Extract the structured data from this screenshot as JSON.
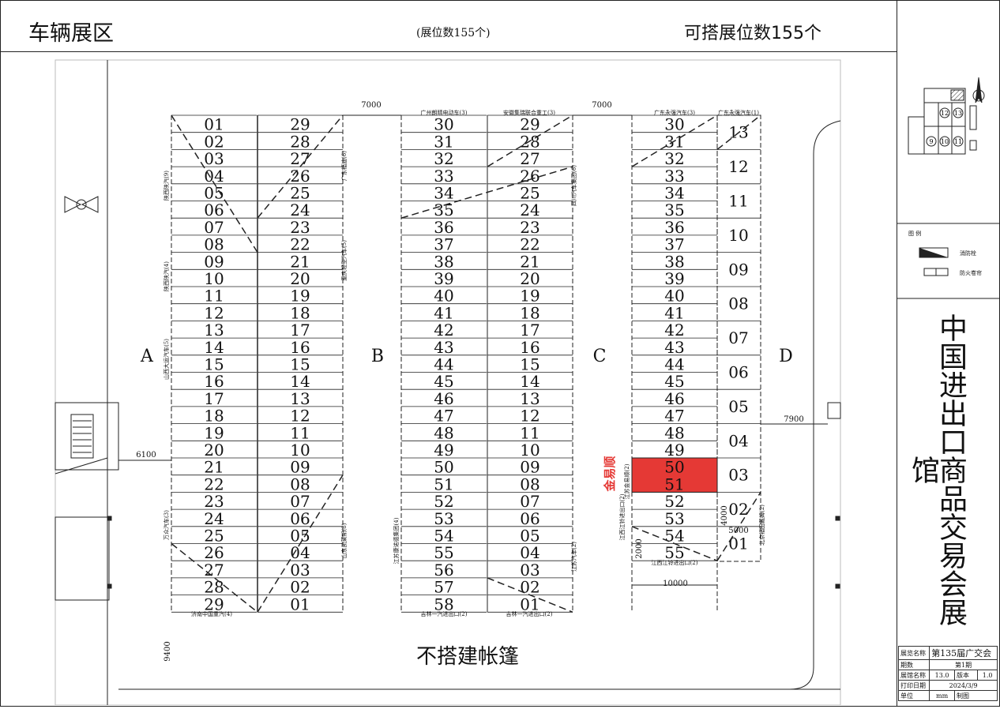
{
  "header": {
    "title": "车辆展区",
    "booth_total": "(展位数155个)",
    "buildable": "可搭展位数155个"
  },
  "zones": [
    "A",
    "B",
    "C",
    "D"
  ],
  "exhibitors": {
    "b_top_left": "广州朗晴电动车(3)",
    "b_top_right": "安徽集瑞联合重工(3)",
    "c_top": "广东永强汽车(3)",
    "d_top": "广东永强汽车(1)",
    "a_left_1": "陕西陕汽(9)",
    "a_left_2": "陕西陕汽(4)",
    "a_left_3": "山西大运汽车(5)",
    "a_left_4": "万众汽车(3)",
    "a_right_1": "广东福迪(6)",
    "a_right_2": "重庆轻型汽车(5)",
    "a_right_3": "山东凯莱斯(8)",
    "a_bottom": "济南中国重汽(4)",
    "b_right_1": "四川汽车集团(6)",
    "b_left_bottom": "江苏康诺德集团(4)",
    "b_right_bottom": "江苏汽车(2)",
    "b_bottom_left": "吉林一汽进出口(2)",
    "b_bottom_right": "吉林一汽进出口(2)",
    "c_left_1": "江苏金易顺(2)",
    "c_left_2": "江西江铃进出口(2)",
    "c_bottom": "江西江铃进出口(2)",
    "d_right": "北京福田戴姆(2)",
    "highlight": "金易顺"
  },
  "dimensions": {
    "d7000a": "7000",
    "d7000b": "7000",
    "d6100": "6100",
    "d7900": "7900",
    "d4000": "4000",
    "d5000": "5000",
    "d2000": "2000",
    "d10000": "10000",
    "d9400": "9400"
  },
  "bottom_note": "不搭建帐篷",
  "legend": {
    "title": "图  例",
    "item1": "消防栓",
    "item2": "防火卷帘"
  },
  "keyplan": [
    "12",
    "13",
    "9",
    "10",
    "11"
  ],
  "vertical_title": "中国进出口商品交易会展馆",
  "title_block": {
    "r1_label": "展览名称",
    "r1_value": "第135届广交会",
    "r2_label": "期数",
    "r2_value": "第1期",
    "r3_label": "展馆名称",
    "r3_value": "13.0",
    "r3_label2": "版本",
    "r3_value2": "1.0",
    "r4_label": "打印日期",
    "r4_value": "2024/3/9",
    "r5_label": "单位",
    "r5_value": "mm",
    "r5_label2": "制图"
  },
  "colors": {
    "highlight": "#e53935",
    "highlight_text": "#e53935",
    "line": "#222"
  }
}
